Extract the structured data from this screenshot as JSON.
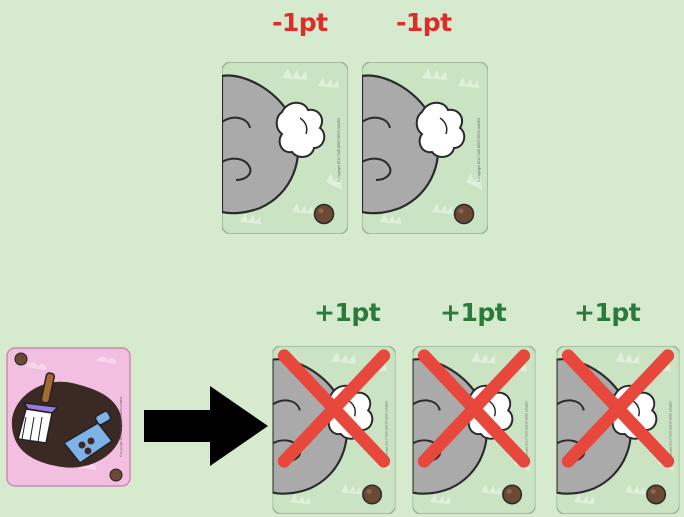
{
  "top_row": {
    "labels": [
      "-1pt",
      "-1pt"
    ],
    "label_color": "#e02b2b",
    "cards": [
      {
        "type": "bunny-back",
        "crossed": false
      },
      {
        "type": "bunny-back",
        "crossed": false
      }
    ]
  },
  "bottom_row": {
    "action_card": {
      "type": "cleanup-card",
      "icons": [
        "broom-icon",
        "dustpan-icon"
      ],
      "color": "#f2bfe0"
    },
    "arrow": {
      "icon": "right-arrow-icon",
      "color": "#000000"
    },
    "labels": [
      "+1pt",
      "+1pt",
      "+1pt"
    ],
    "label_color": "#2a7a3c",
    "cards": [
      {
        "type": "bunny-back",
        "crossed": true
      },
      {
        "type": "bunny-back",
        "crossed": true
      },
      {
        "type": "bunny-back",
        "crossed": true
      }
    ],
    "cross_color": "#e8473c"
  },
  "card_back_color": "#c9e3c3",
  "copyright": "© Copyright 2014 TWO BROTHERS GAMES"
}
